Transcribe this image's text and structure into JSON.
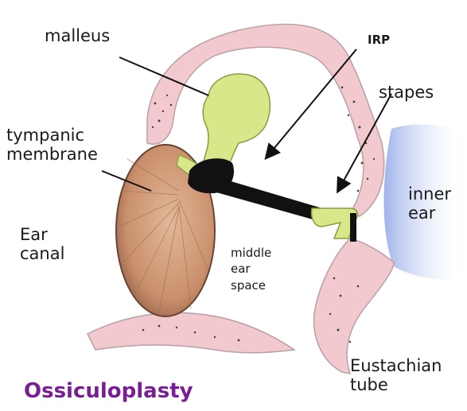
{
  "labels": {
    "malleus": "malleus",
    "irp": "IRP",
    "stapes": "stapes",
    "tympanic_membrane": "tympanic\nmembrane",
    "inner_ear": "inner\near",
    "ear_canal": "Ear\ncanal",
    "middle_ear_space": "middle\near\nspace",
    "eustachian_tube": "Eustachian\ntube"
  },
  "caption": "Ossiculoplasty",
  "colors": {
    "bone": "#f2c9cf",
    "bone_dots": "#4a3b3b",
    "ossicle": "#d6e88a",
    "tympanic_membrane": "#d8a887",
    "prosthesis": "#111111",
    "inner_ear_fluid": "#b9c7ee",
    "caption": "#7a1e96"
  }
}
